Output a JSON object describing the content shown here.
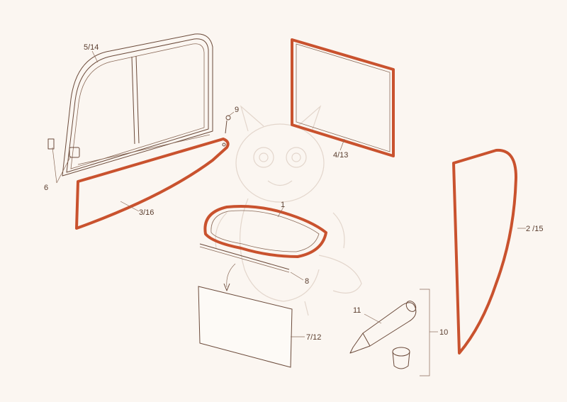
{
  "colors": {
    "background": "#fbf6f1",
    "seal": "#c9522e",
    "line": "#6b4a3a"
  },
  "callouts": {
    "p1": "1",
    "p2_15": "2 /15",
    "p3_16": "3/16",
    "p4_13": "4/13",
    "p5_14": "5/14",
    "p6": "6",
    "p7_12": "7/12",
    "p8": "8",
    "p9": "9",
    "p10": "10",
    "p11": "11"
  }
}
